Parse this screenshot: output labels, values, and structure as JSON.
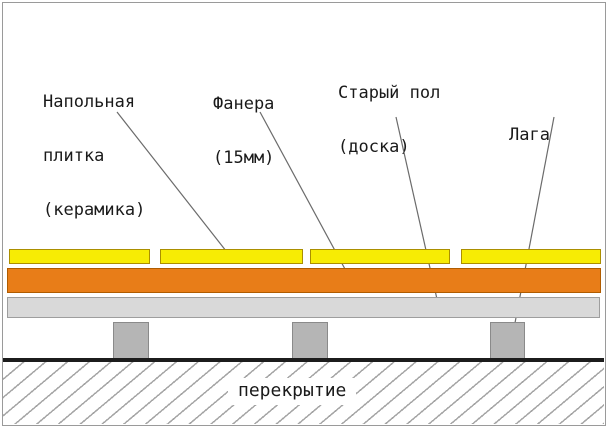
{
  "labels": {
    "floor_tile": {
      "line1": "Напольная",
      "line2": "плитка",
      "line3": "(керамика)"
    },
    "plywood": {
      "line1": "Фанера",
      "line2": "(15мм)"
    },
    "old_floor": {
      "line1": "Старый пол",
      "line2": "(доска)"
    },
    "joist": {
      "line1": "Лага"
    },
    "ceiling": {
      "line1": "перекрытие"
    }
  },
  "layers": {
    "floor_tile": {
      "label": "Напольная плитка (керамика)",
      "color": "#f7ec04",
      "border_color": "#ab8f00",
      "segment_count": 4
    },
    "plywood": {
      "label": "Фанера (15мм)",
      "color": "#e87d18",
      "border_color": "#b05c00"
    },
    "old_floor": {
      "label": "Старый пол (доска)",
      "color": "#d9d9d9",
      "border_color": "#9e9e9e"
    },
    "joist": {
      "label": "Лага",
      "color": "#b5b5b5",
      "border_color": "#8a8a8a",
      "count": 3
    },
    "slab": {
      "label": "перекрытие",
      "line_color": "#1c1c1c",
      "hatch_line_color": "#a5a5a5"
    }
  },
  "colors": {
    "background": "#ffffff",
    "frame_border": "#9a9a9a",
    "leader_line": "#6b6b6b",
    "text": "#1a1a1a"
  }
}
